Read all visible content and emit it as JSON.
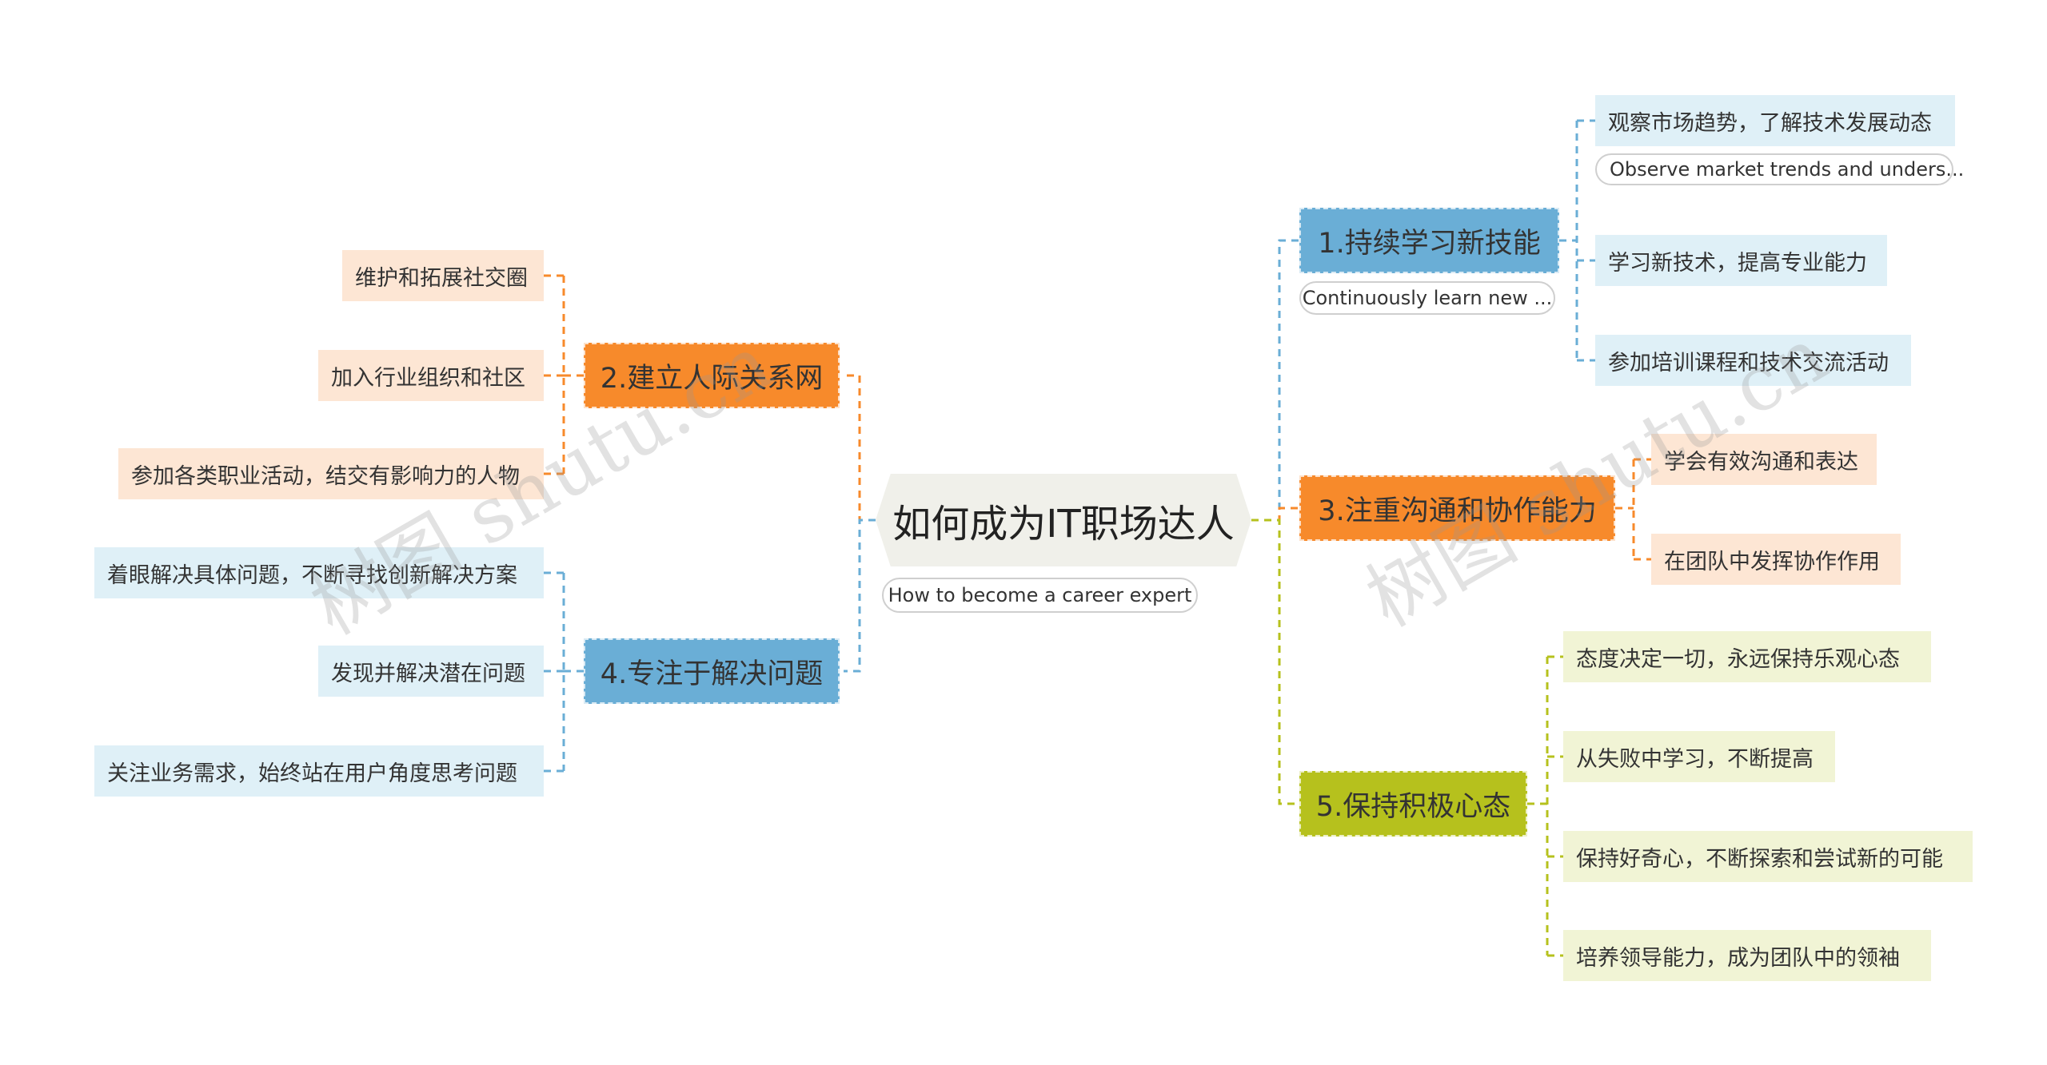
{
  "center": {
    "title": "如何成为IT职场达人",
    "note": "How to become a career expert"
  },
  "colors": {
    "blue": "#6aaed6",
    "orange": "#f78a2b",
    "green": "#b6c11d",
    "blue_light": "#dff0f7",
    "orange_light": "#fde6d4",
    "green_light": "#f1f4d5"
  },
  "branches": {
    "b1": {
      "label": "1.持续学习新技能",
      "note": "Continuously learn new ...",
      "items": [
        "观察市场趋势，了解技术发展动态",
        "学习新技术，提高专业能力",
        "参加培训课程和技术交流活动"
      ],
      "item0_note": "Observe market trends and unders..."
    },
    "b2": {
      "label": "2.建立人际关系网",
      "items": [
        "维护和拓展社交圈",
        "加入行业组织和社区",
        "参加各类职业活动，结交有影响力的人物"
      ]
    },
    "b3": {
      "label": "3.注重沟通和协作能力",
      "items": [
        "学会有效沟通和表达",
        "在团队中发挥协作作用"
      ]
    },
    "b4": {
      "label": "4.专注于解决问题",
      "items": [
        "着眼解决具体问题，不断寻找创新解决方案",
        "发现并解决潜在问题",
        "关注业务需求，始终站在用户角度思考问题"
      ]
    },
    "b5": {
      "label": "5.保持积极心态",
      "items": [
        "态度决定一切，永远保持乐观心态",
        "从失败中学习，不断提高",
        "保持好奇心，不断探索和尝试新的可能",
        "培养领导能力，成为团队中的领袖"
      ]
    }
  },
  "watermark": "树图 shutu.cn"
}
